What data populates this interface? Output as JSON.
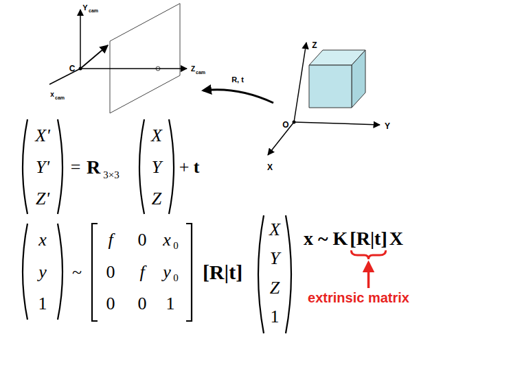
{
  "diagram": {
    "labels": [
      "Y",
      "cam",
      "C",
      "x",
      "cam",
      "Z",
      "cam",
      "R, t",
      "Z",
      "O",
      "Y",
      "X",
      "X'",
      "Y'",
      "Z'",
      "=",
      "R",
      "3×3",
      "X",
      "Y",
      "Z",
      "+",
      "t",
      "x",
      "y",
      "1",
      "~",
      "f",
      "0",
      "x",
      "0",
      "0",
      "f",
      "y",
      "0",
      "0",
      "0",
      "1",
      "[R|t]",
      "X",
      "Y",
      "Z",
      "1",
      "x ~ K",
      "[R|t]",
      "X",
      "extrinsic matrix"
    ]
  }
}
